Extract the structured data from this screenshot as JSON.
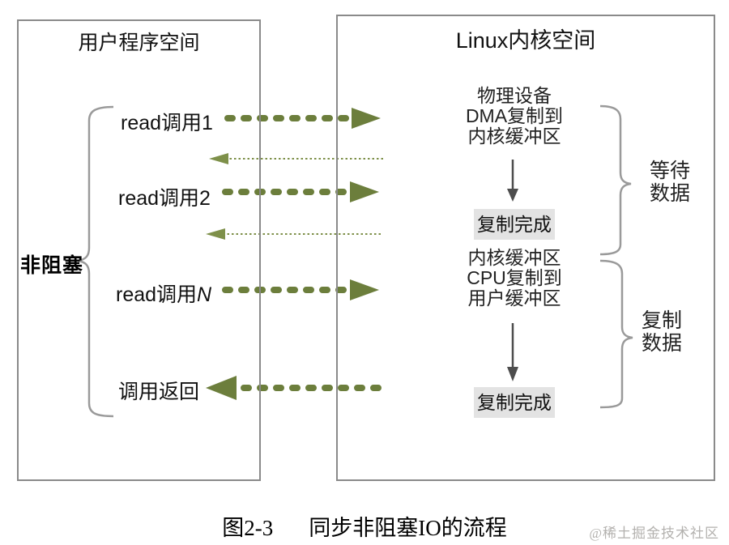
{
  "user_space": {
    "title": "用户程序空间",
    "side_label": "非阻塞",
    "calls": [
      {
        "prefix": "read调用",
        "suffix": "1"
      },
      {
        "prefix": "read调用",
        "suffix": "2"
      },
      {
        "prefix": "read调用",
        "suffix": "N"
      }
    ],
    "return_label": "调用返回"
  },
  "kernel_space": {
    "title": "Linux内核空间",
    "stage1": {
      "lines": [
        "物理设备",
        "DMA复制到",
        "内核缓冲区"
      ],
      "done_label": "复制完成",
      "bracket_label": "等待\n数据"
    },
    "stage2": {
      "lines": [
        "内核缓冲区",
        "CPU复制到",
        "用户缓冲区"
      ],
      "done_label": "复制完成",
      "bracket_label": "复制\n数据"
    }
  },
  "caption": {
    "figure_number": "图2-3",
    "title": "同步非阻塞IO的流程"
  },
  "watermark": "@稀土掘金技术社区",
  "colors": {
    "arrow_green": "#6c7e3c",
    "dotted_green": "#7e904a",
    "box_border": "#8a8a8a",
    "bracket": "#9a9a9a",
    "down_arrow": "#4d4d4d",
    "gray_box_bg": "#e3e3e3",
    "watermark": "#b3b1ae"
  }
}
